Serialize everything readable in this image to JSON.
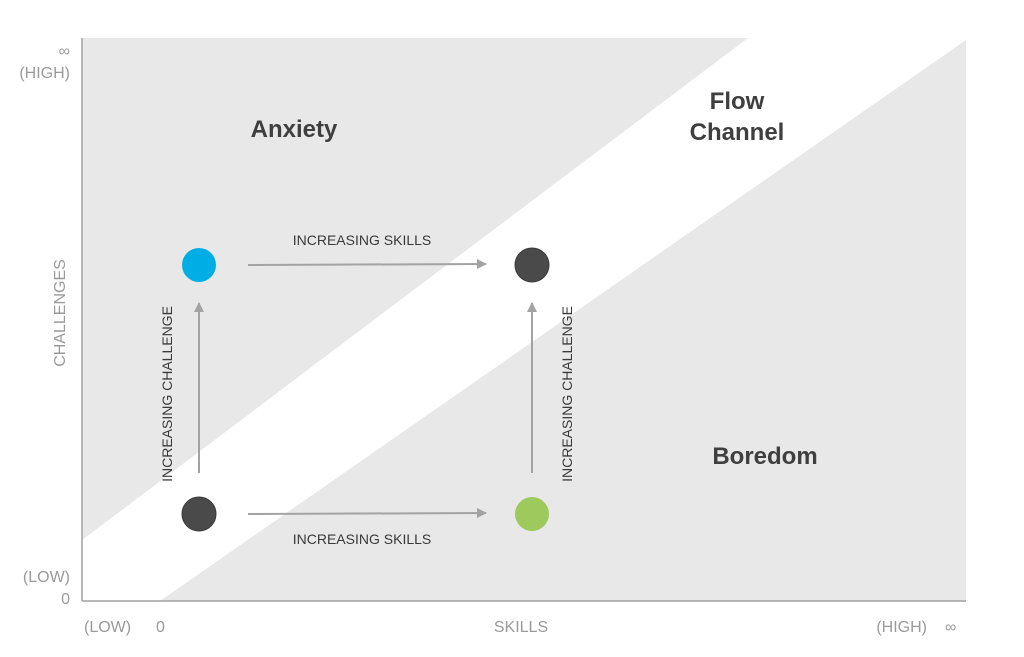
{
  "title": "Flow Channel diagram",
  "colors": {
    "background_zone": "#e8e8e8",
    "flow_channel": "#ffffff",
    "axis_line": "#a0a0a0",
    "arrow": "#a3a3a3",
    "point_dark": "#4a4a4a",
    "point_blue": "#00aee6",
    "point_green": "#9dc95d"
  },
  "axes": {
    "x": {
      "label": "SKILLS",
      "low_label": "(LOW)",
      "low_value": "0",
      "high_label": "(HIGH)",
      "high_value": "∞"
    },
    "y": {
      "label": "CHALLENGES",
      "low_label": "(LOW)",
      "low_value": "0",
      "high_label": "(HIGH)",
      "high_value": "∞"
    }
  },
  "regions": {
    "anxiety": "Anxiety",
    "flow_line1": "Flow",
    "flow_line2": "Channel",
    "boredom": "Boredom"
  },
  "points": [
    {
      "id": "start",
      "skills": "low",
      "challenge": "low",
      "color": "#4a4a4a"
    },
    {
      "id": "anxious",
      "skills": "low",
      "challenge": "high",
      "color": "#00aee6"
    },
    {
      "id": "bored",
      "skills": "high",
      "challenge": "low",
      "color": "#9dc95d"
    },
    {
      "id": "flow",
      "skills": "high",
      "challenge": "high",
      "color": "#4a4a4a"
    }
  ],
  "arrows": {
    "top_skills": "INCREASING SKILLS",
    "bottom_skills": "INCREASING SKILLS",
    "left_challenge": "INCREASING CHALLENGE",
    "right_challenge": "INCREASING CHALLENGE"
  }
}
